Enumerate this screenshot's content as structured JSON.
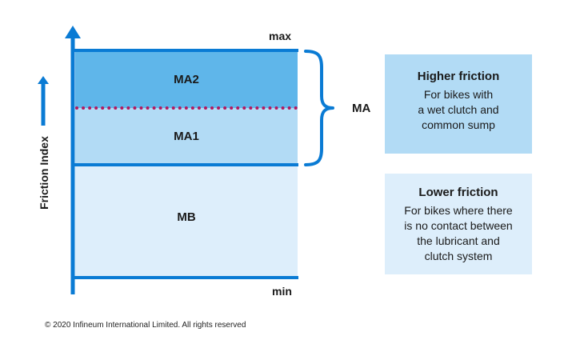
{
  "axis": {
    "label": "Friction Index",
    "max_label": "max",
    "min_label": "min"
  },
  "bands": [
    {
      "id": "ma2",
      "label": "MA2",
      "color": "#5fb6ea"
    },
    {
      "id": "ma1",
      "label": "MA1",
      "color": "#b2dbf5"
    },
    {
      "id": "mb",
      "label": "MB",
      "color": "#ddeefb"
    }
  ],
  "brace": {
    "label": "MA"
  },
  "boxes": [
    {
      "title": "Higher friction",
      "description": "For bikes with\na wet clutch and\ncommon sump",
      "color": "#b2dbf5"
    },
    {
      "title": "Lower friction",
      "description": "For bikes where there\nis no contact between\nthe lubricant and\nclutch system",
      "color": "#ddeefb"
    }
  ],
  "colors": {
    "axis": "#0a7bd4",
    "divider": "#b3195f"
  },
  "footer": {
    "copyright": "© 2020 Infineum International Limited. All rights reserved"
  }
}
